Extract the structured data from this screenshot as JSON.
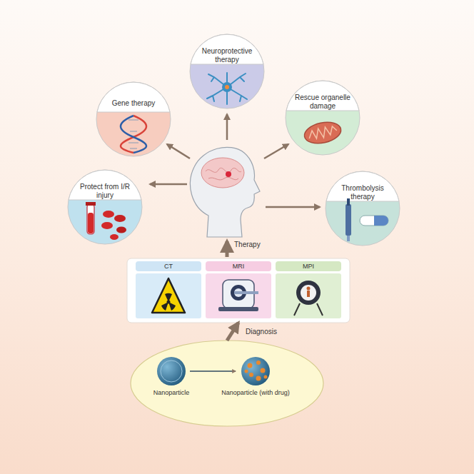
{
  "diagram": {
    "nodes": [
      {
        "text": [
          "Neuroprotective therapy"
        ]
      },
      {
        "text": [
          "Gene therapy"
        ]
      },
      {
        "text": [
          "Rescue organelle damage"
        ]
      },
      {
        "text": [
          "Protect from I/R injury"
        ]
      },
      {
        "text": [
          "Thrombolysis therapy"
        ]
      },
      {
        "text": []
      },
      {
        "text": [
          "CT"
        ],
        "in": 5
      },
      {
        "text": [
          "MRI"
        ],
        "in": 5
      },
      {
        "text": [
          "MPI"
        ],
        "in": 5
      },
      {
        "text": [
          "Nanoparticle",
          "Nanoparticle (with drug)"
        ]
      }
    ],
    "edges": [
      {
        "from": 9,
        "to": 5,
        "arrow": "to",
        "label": "Diagnosis"
      }
    ],
    "labels": [
      "Therapy"
    ]
  }
}
